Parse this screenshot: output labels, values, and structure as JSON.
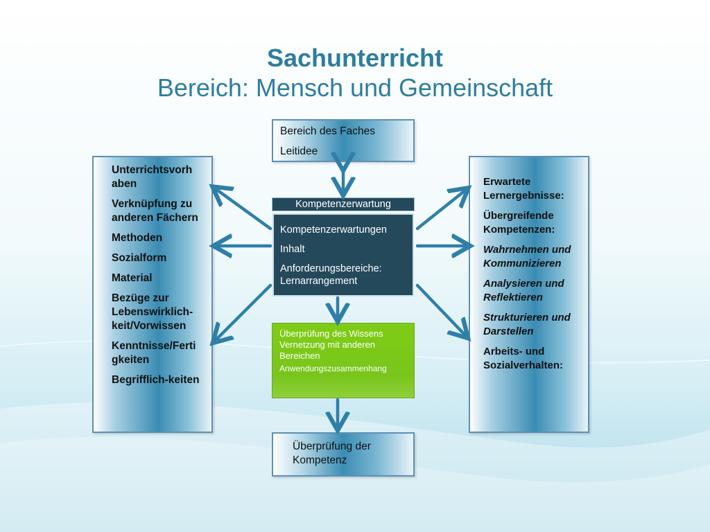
{
  "title": {
    "main": "Sachunterricht",
    "sub": "Bereich: Mensch und Gemeinschaft"
  },
  "top_box": {
    "lines": [
      "Bereich des Faches",
      "Leitidee"
    ]
  },
  "left_box": {
    "items": [
      "Unterrichtsvorh aben",
      "Verknüpfung zu anderen Fächern",
      "Methoden",
      "Sozialform",
      "Material",
      "Bezüge zur Lebenswirklich-keit/Vorwissen",
      "Kenntnisse/Ferti gkeiten",
      "Begrifflich-keiten"
    ]
  },
  "center": {
    "header": "Kompetenzerwartung",
    "lines": [
      "Kompetenzerwartungen",
      "Inhalt",
      "Anforderungsbereiche: Lernarrangement"
    ]
  },
  "right_box": {
    "items": [
      {
        "text": "Erwartete Lernergebnisse:",
        "style": "bold"
      },
      {
        "text": "Übergreifende Kompetenzen:",
        "style": "bold"
      },
      {
        "text": "Wahrnehmen und Kommunizieren",
        "style": "bold-italic"
      },
      {
        "text": "Analysieren und Reflektieren",
        "style": "bold-italic"
      },
      {
        "text": "Strukturieren und Darstellen",
        "style": "bold-italic"
      },
      {
        "text": "Arbeits- und Sozialverhalten:",
        "style": "bold"
      }
    ]
  },
  "green_box": {
    "lines": [
      "Überprüfung des Wissens",
      "Vernetzung mit anderen Bereichen",
      "Anwendungszusammenhang"
    ]
  },
  "bottom_box": {
    "text": "Überprüfung der Kompetenz"
  },
  "colors": {
    "title": "#2e7d9d",
    "arrow": "#2f7fa8",
    "dark_box": "#24495b",
    "green_box": "#7fcc15"
  }
}
